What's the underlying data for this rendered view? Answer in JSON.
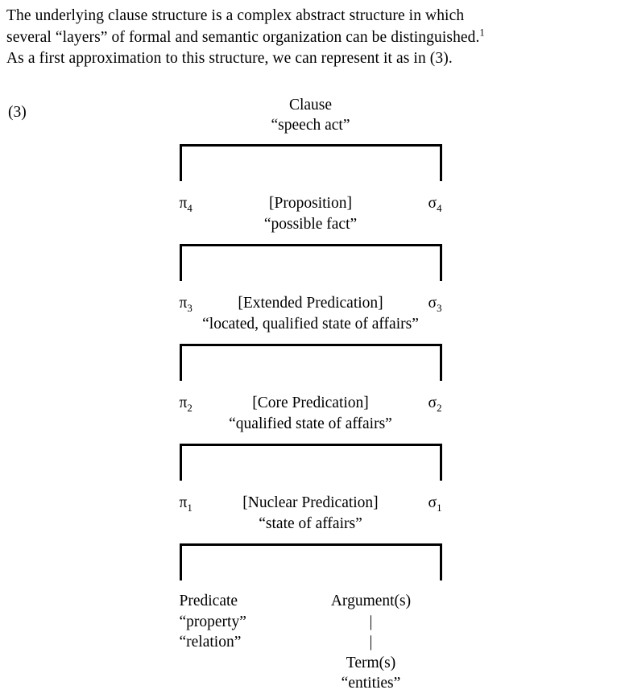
{
  "intro": {
    "line1": "The underlying clause structure is a complex abstract structure in which",
    "line2_a": "several “layers” of formal and semantic organization can be distinguished.",
    "line2_footnote": "1",
    "line3": "As a first approximation to this structure, we can represent it as in (3)."
  },
  "example": {
    "number": "(3)"
  },
  "diagram": {
    "top": {
      "title": "Clause",
      "gloss": "“speech act”"
    },
    "layers": [
      {
        "pi": "π",
        "pi_index": "4",
        "label": "[Proposition]",
        "sigma": "σ",
        "sigma_index": "4",
        "gloss": "“possible fact”"
      },
      {
        "pi": "π",
        "pi_index": "3",
        "label": "[Extended Predication]",
        "sigma": "σ",
        "sigma_index": "3",
        "gloss": "“located, qualified state of affairs”"
      },
      {
        "pi": "π",
        "pi_index": "2",
        "label": "[Core Predication]",
        "sigma": "σ",
        "sigma_index": "2",
        "gloss": "“qualified state of affairs”"
      },
      {
        "pi": "π",
        "pi_index": "1",
        "label": "[Nuclear Predication]",
        "sigma": "σ",
        "sigma_index": "1",
        "gloss": "“state of affairs”"
      }
    ],
    "terminals": {
      "left": {
        "head": "Predicate",
        "gloss1": "“property”",
        "gloss2": "“relation”"
      },
      "right": {
        "head": "Argument(s)",
        "connector1": "|",
        "connector2": "|",
        "sub_head": "Term(s)",
        "sub_gloss": "“entities”"
      }
    }
  },
  "colors": {
    "text": "#000000",
    "background": "#ffffff",
    "rule": "#000000"
  }
}
